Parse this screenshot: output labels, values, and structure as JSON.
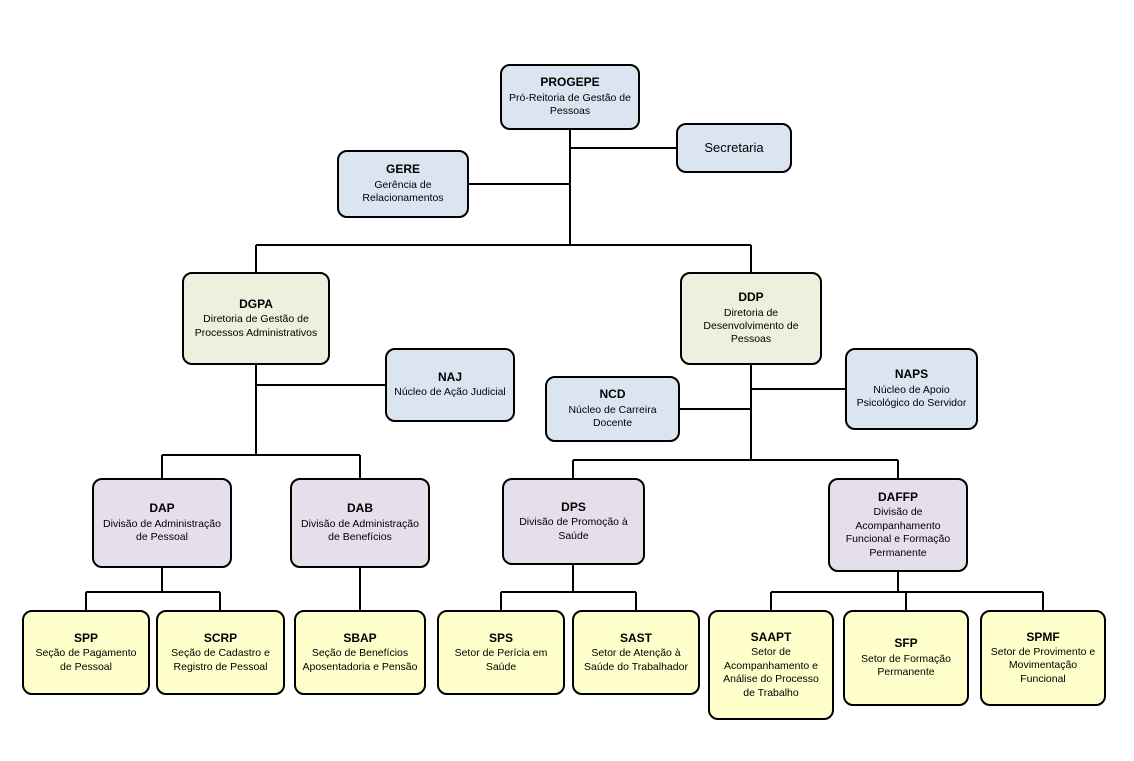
{
  "diagram": {
    "type": "org-chart",
    "root": "PROGEPE"
  },
  "colors": {
    "bg": "#ffffff",
    "line": "#000000",
    "blue": "#dbe5f1",
    "green": "#ebf1dd",
    "purple": "#e5dfec",
    "yellow": "#ffffcc"
  },
  "nodes": [
    {
      "id": "PROGEPE",
      "acronym": "PROGEPE",
      "name": "Pró-Reitoria de Gestão de Pessoas"
    },
    {
      "id": "SECRETARIA",
      "acronym": "",
      "name": "Secretaria"
    },
    {
      "id": "GERE",
      "acronym": "GERE",
      "name": "Gerência de Relacionamentos"
    },
    {
      "id": "DGPA",
      "acronym": "DGPA",
      "name": "Diretoria de Gestão de Processos Administrativos"
    },
    {
      "id": "DDP",
      "acronym": "DDP",
      "name": "Diretoria de Desenvolvimento de Pessoas"
    },
    {
      "id": "NAJ",
      "acronym": "NAJ",
      "name": "Núcleo de Ação Judicial"
    },
    {
      "id": "NCD",
      "acronym": "NCD",
      "name": "Núcleo de Carreira Docente"
    },
    {
      "id": "NAPS",
      "acronym": "NAPS",
      "name": "Núcleo de Apoio Psicológico do Servidor"
    },
    {
      "id": "DAP",
      "acronym": "DAP",
      "name": "Divisão de Administração de Pessoal"
    },
    {
      "id": "DAB",
      "acronym": "DAB",
      "name": "Divisão de Administração de Benefícios"
    },
    {
      "id": "DPS",
      "acronym": "DPS",
      "name": "Divisão de Promoção à Saúde"
    },
    {
      "id": "DAFFP",
      "acronym": "DAFFP",
      "name": "Divisão de Acompanhamento Funcional e Formação Permanente"
    },
    {
      "id": "SPP",
      "acronym": "SPP",
      "name": "Seção de Pagamento de Pessoal"
    },
    {
      "id": "SCRP",
      "acronym": "SCRP",
      "name": "Seção de Cadastro e Registro de Pessoal"
    },
    {
      "id": "SBAP",
      "acronym": "SBAP",
      "name": "Seção de Benefícios Aposentadoria e Pensão"
    },
    {
      "id": "SPS",
      "acronym": "SPS",
      "name": "Setor de Perícia em Saúde"
    },
    {
      "id": "SAST",
      "acronym": "SAST",
      "name": "Setor de Atenção à Saúde do Trabalhador"
    },
    {
      "id": "SAAPT",
      "acronym": "SAAPT",
      "name": "Setor de Acompanhamento e Análise do Processo de Trabalho"
    },
    {
      "id": "SFP",
      "acronym": "SFP",
      "name": "Setor de Formação Permanente"
    },
    {
      "id": "SPMF",
      "acronym": "SPMF",
      "name": "Setor de Provimento e Movimentação Funcional"
    }
  ],
  "edges": [
    {
      "from": "PROGEPE",
      "to": "SECRETARIA"
    },
    {
      "from": "PROGEPE",
      "to": "GERE"
    },
    {
      "from": "PROGEPE",
      "to": "DGPA"
    },
    {
      "from": "PROGEPE",
      "to": "DDP"
    },
    {
      "from": "DGPA",
      "to": "NAJ"
    },
    {
      "from": "DGPA",
      "to": "DAP"
    },
    {
      "from": "DGPA",
      "to": "DAB"
    },
    {
      "from": "DDP",
      "to": "NCD"
    },
    {
      "from": "DDP",
      "to": "NAPS"
    },
    {
      "from": "DDP",
      "to": "DPS"
    },
    {
      "from": "DDP",
      "to": "DAFFP"
    },
    {
      "from": "DAP",
      "to": "SPP"
    },
    {
      "from": "DAP",
      "to": "SCRP"
    },
    {
      "from": "DAB",
      "to": "SBAP"
    },
    {
      "from": "DPS",
      "to": "SPS"
    },
    {
      "from": "DPS",
      "to": "SAST"
    },
    {
      "from": "DAFFP",
      "to": "SAAPT"
    },
    {
      "from": "DAFFP",
      "to": "SFP"
    },
    {
      "from": "DAFFP",
      "to": "SPMF"
    }
  ]
}
